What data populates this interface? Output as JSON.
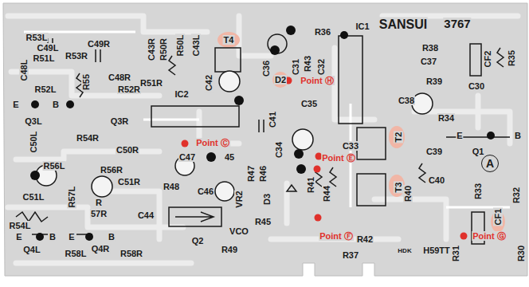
{
  "diagram": {
    "nodes": [
      {
        "text": [
          "A"
        ]
      }
    ],
    "labels": [
      "R53L",
      "C49L",
      "C49R",
      "R51L",
      "R53R",
      "C43R",
      "R50R",
      "R50L",
      "C43L",
      "C48L",
      "R55",
      "C48R",
      "R52L",
      "R52R",
      "R51R",
      "IC2",
      "T4",
      "C42",
      "C36",
      "D2",
      "C31",
      "R43",
      "C32",
      "Point Ⓗ",
      "R36",
      "IC1",
      "SANSUI",
      "3767",
      "R38",
      "C37",
      "CF2",
      "R35",
      "C35",
      "R39",
      "C30",
      "C38",
      "E",
      "B",
      "Q3L",
      "Q3R",
      "C41",
      "R34",
      "R54R",
      "C50L",
      "C50R",
      "Point Ⓒ",
      "C47",
      "45",
      "C34",
      "C33",
      "Point Ⓔ",
      "T2",
      "E",
      "B",
      "C39",
      "Q1",
      "R56L",
      "R56R",
      "C51R",
      "R48",
      "R47",
      "R46",
      "R41",
      "R44",
      "C40",
      "T3",
      "R40",
      "R33",
      "R32",
      "C51L",
      "R57L",
      "R",
      "57R",
      "C46",
      "VR2",
      "D3",
      "VCO",
      "C44",
      "R45",
      "R54L",
      "Point Ⓕ",
      "R42",
      "R31",
      "Point Ⓖ",
      "CF1",
      "R30",
      "E",
      "B",
      "E",
      "B",
      "Q4L",
      "R58L",
      "Q4R",
      "R58R",
      "Q2",
      "R49",
      "R37",
      "HDK",
      "H59TT"
    ]
  }
}
